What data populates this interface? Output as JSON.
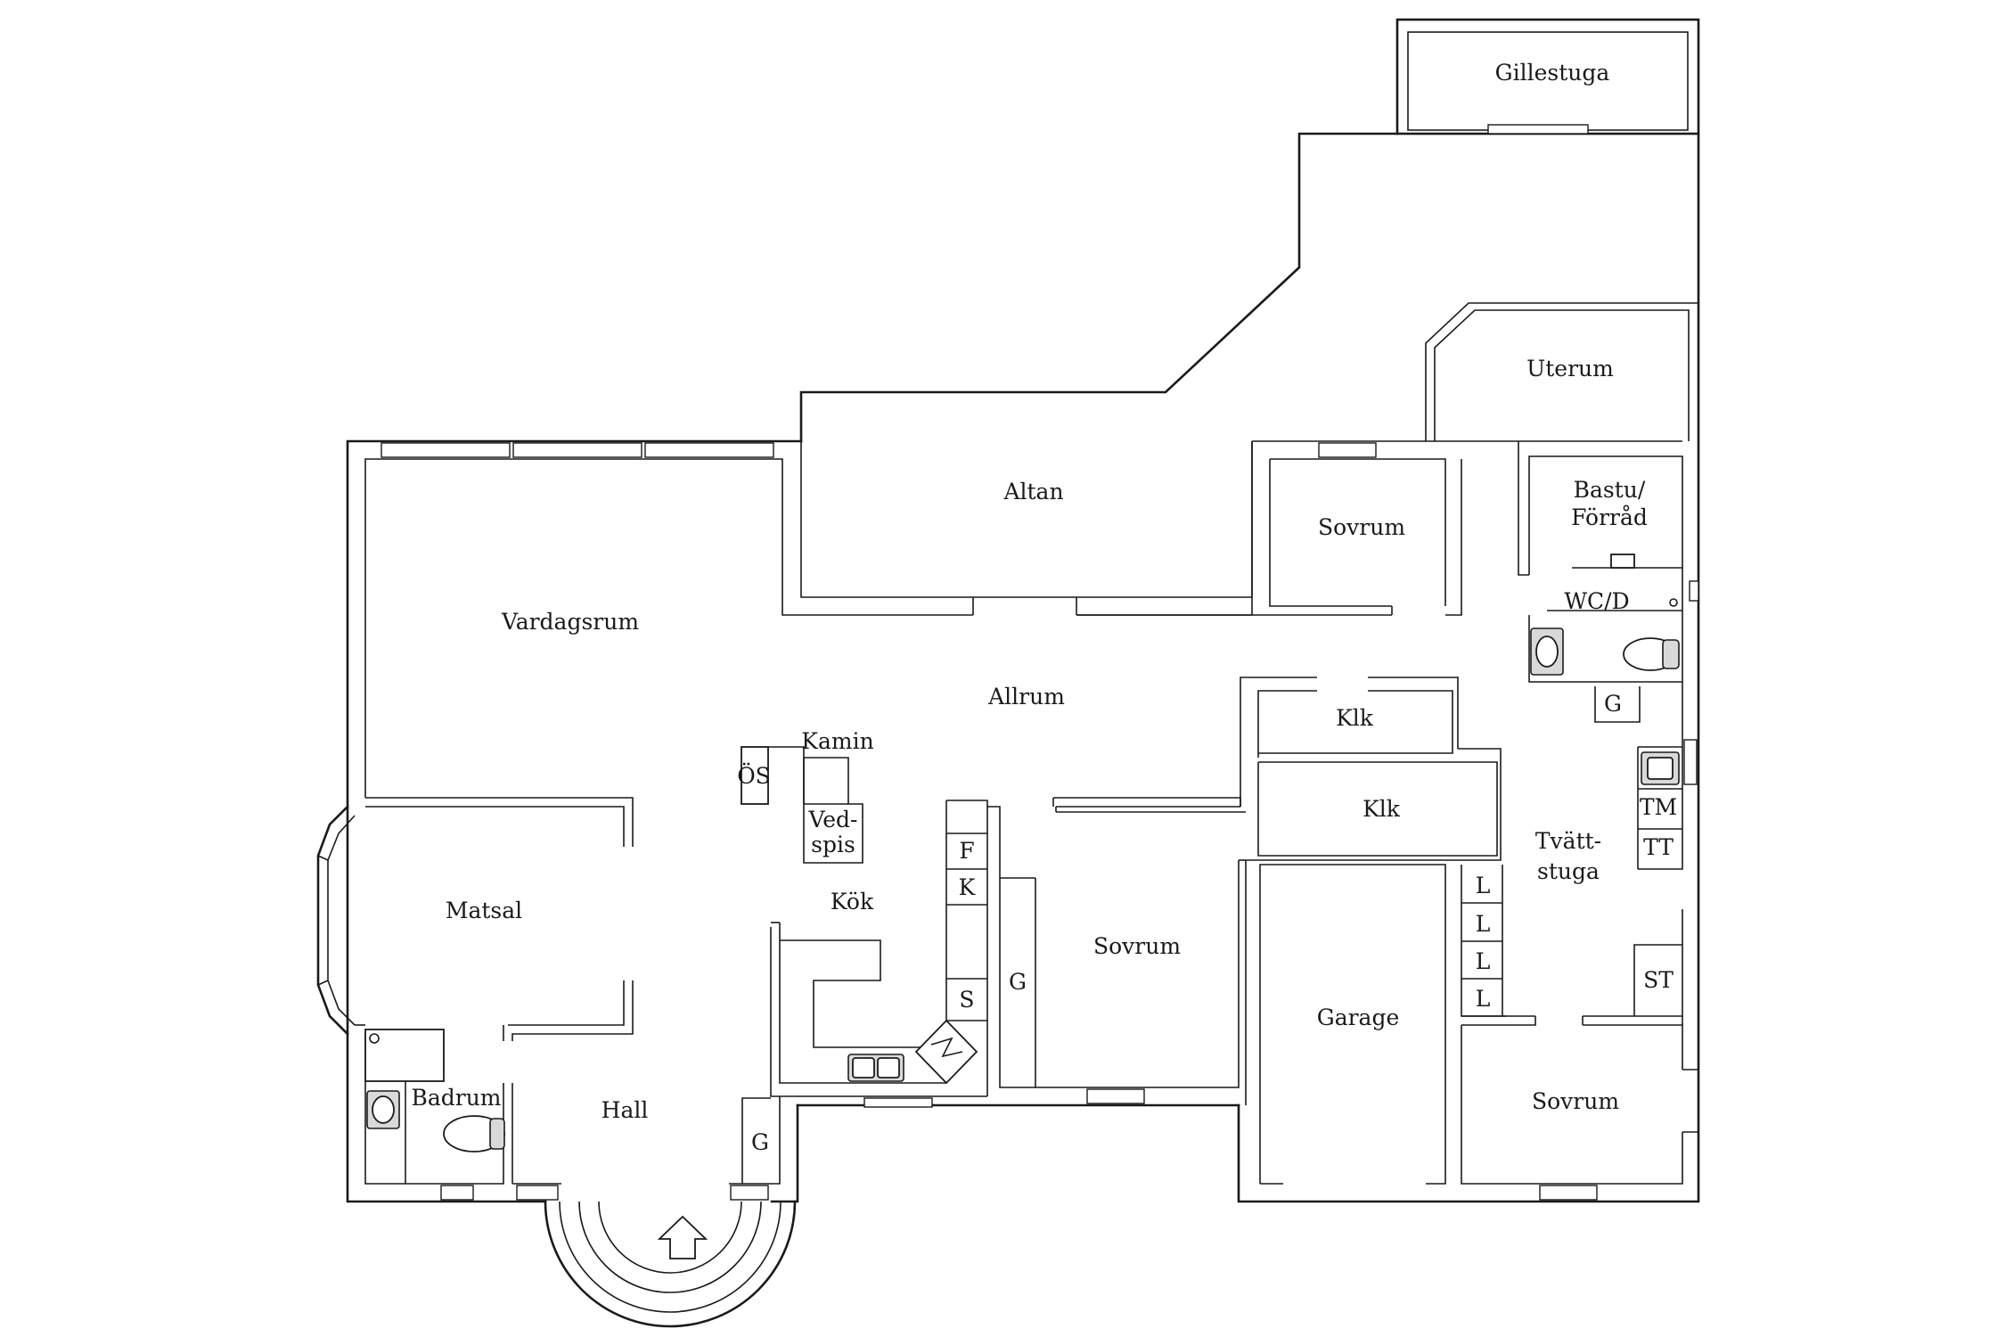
{
  "rooms": {
    "gillestuga": "Gillestuga",
    "uterum": "Uterum",
    "altan": "Altan",
    "sovrum_north": "Sovrum",
    "bastu_line1": "Bastu/",
    "bastu_line2": "Förråd",
    "wcd": "WC/D",
    "vardagsrum": "Vardagsrum",
    "allrum": "Allrum",
    "klk_upper": "Klk",
    "klk_lower": "Klk",
    "kamin": "Kamin",
    "os": "ÖS",
    "vedspis_line1": "Ved-",
    "vedspis_line2": "spis",
    "matsal": "Matsal",
    "kok": "Kök",
    "sovrum_middle": "Sovrum",
    "garage": "Garage",
    "tvatt_line1": "Tvätt-",
    "tvatt_line2": "stuga",
    "sovrum_east": "Sovrum",
    "badrum": "Badrum",
    "hall": "Hall"
  },
  "fixtures": {
    "g_laundry": "G",
    "tm": "TM",
    "tt": "TT",
    "st": "ST",
    "f": "F",
    "k": "K",
    "s": "S",
    "g_kitchen": "G",
    "g_hall": "G",
    "l1": "L",
    "l2": "L",
    "l3": "L",
    "l4": "L"
  }
}
